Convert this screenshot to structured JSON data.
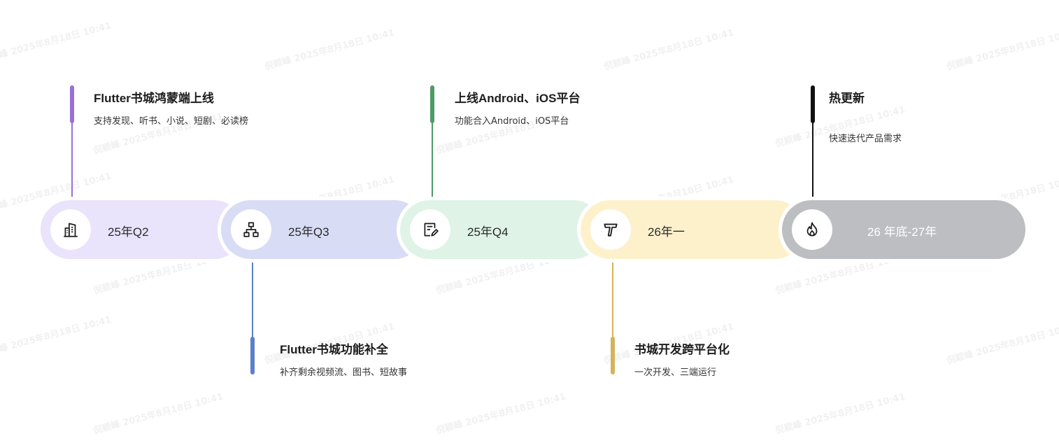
{
  "watermark": "倪颖峰 2025年8月18日 10:41",
  "stages": [
    {
      "label": "25年Q2",
      "icon": "building-icon",
      "color": "#9a6fd6",
      "title": "Flutter书城鸿蒙端上线",
      "desc": "支持发现、听书、小说、短剧、必读榜"
    },
    {
      "label": "25年Q3",
      "icon": "hierarchy-icon",
      "color": "#5b7fc9",
      "title": "Flutter书城功能补全",
      "desc": "补齐剩余视频流、图书、短故事"
    },
    {
      "label": "25年Q4",
      "icon": "edit-document-icon",
      "color": "#4f9a66",
      "title": "上线Android、iOS平台",
      "desc": "功能合入Android、iOS平台"
    },
    {
      "label": "26年一",
      "icon": "text-tool-icon",
      "color": "#d4b45a",
      "title": "书城开发跨平台化",
      "desc": "一次开发、三端运行"
    },
    {
      "label": "26 年底-27年",
      "icon": "flame-icon",
      "color": "#111111",
      "title": "热更新",
      "desc": "快速迭代产品需求"
    }
  ]
}
